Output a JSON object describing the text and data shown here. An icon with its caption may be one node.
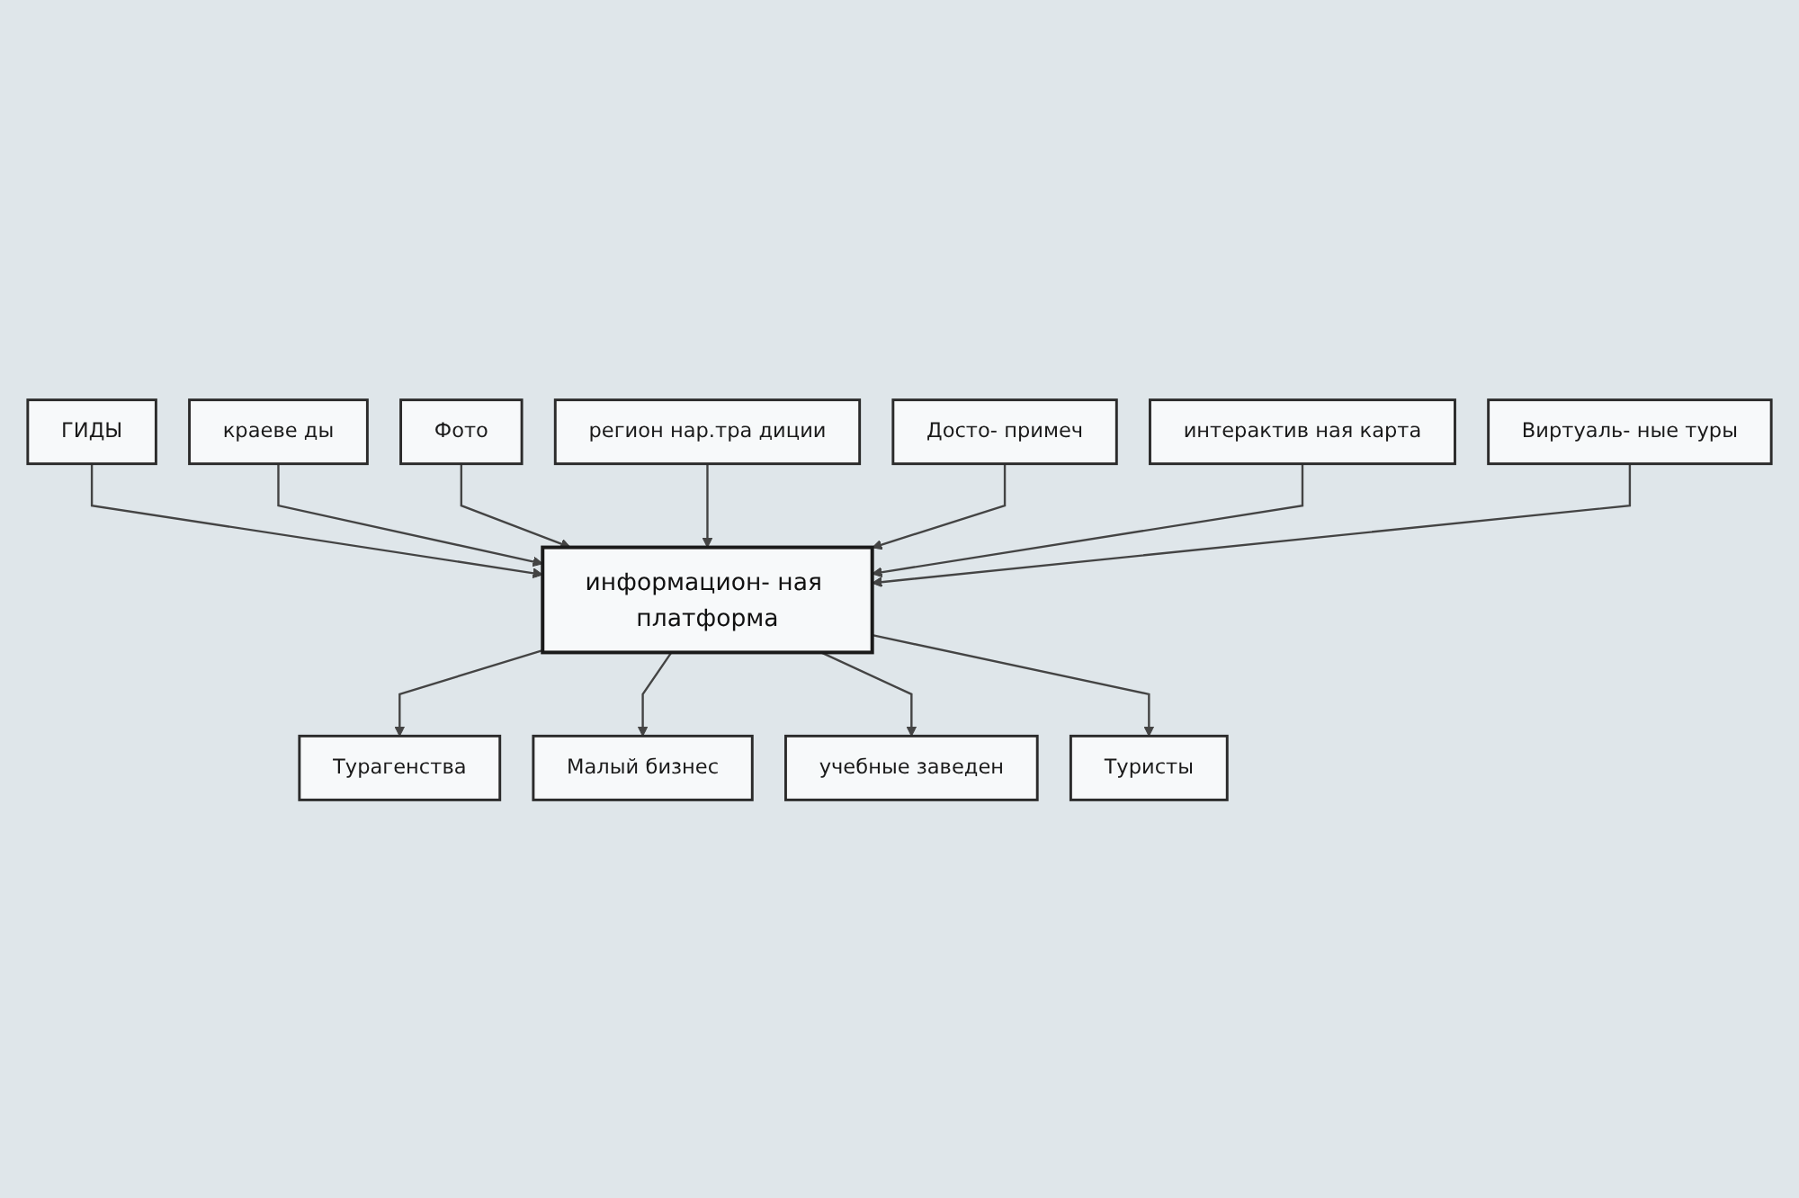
{
  "diagram": {
    "nodes": [
      {
        "text": [
          "ГИДЫ"
        ]
      },
      {
        "text": [
          "краеве ды"
        ]
      },
      {
        "text": [
          "Фото"
        ]
      },
      {
        "text": [
          "регион нар.тра диции"
        ]
      },
      {
        "text": [
          "Досто- примеч"
        ]
      },
      {
        "text": [
          "интерактив ная карта"
        ]
      },
      {
        "text": [
          "информацион- ная платформа"
        ]
      },
      {
        "text": [
          "Виртуаль- ные туры"
        ]
      },
      {
        "text": [
          "Турагенства"
        ]
      },
      {
        "text": [
          "Малый бизнес"
        ]
      },
      {
        "text": [
          "учебные заведен"
        ]
      },
      {
        "text": [
          "Туристы"
        ]
      }
    ],
    "edges": [
      {
        "from": 0,
        "to": 6,
        "arrow": "to"
      },
      {
        "from": 1,
        "to": 6,
        "arrow": "to"
      },
      {
        "from": 2,
        "to": 6,
        "arrow": "to"
      },
      {
        "from": 3,
        "to": 6,
        "arrow": "to"
      },
      {
        "from": 4,
        "to": 6,
        "arrow": "to"
      },
      {
        "from": 5,
        "to": 6,
        "arrow": "to"
      },
      {
        "from": 7,
        "to": 6,
        "arrow": "to"
      },
      {
        "from": 6,
        "to": 8,
        "arrow": "to"
      },
      {
        "from": 6,
        "to": 9,
        "arrow": "to"
      },
      {
        "from": 6,
        "to": 10,
        "arrow": "to"
      },
      {
        "from": 6,
        "to": 11,
        "arrow": "to"
      }
    ]
  }
}
